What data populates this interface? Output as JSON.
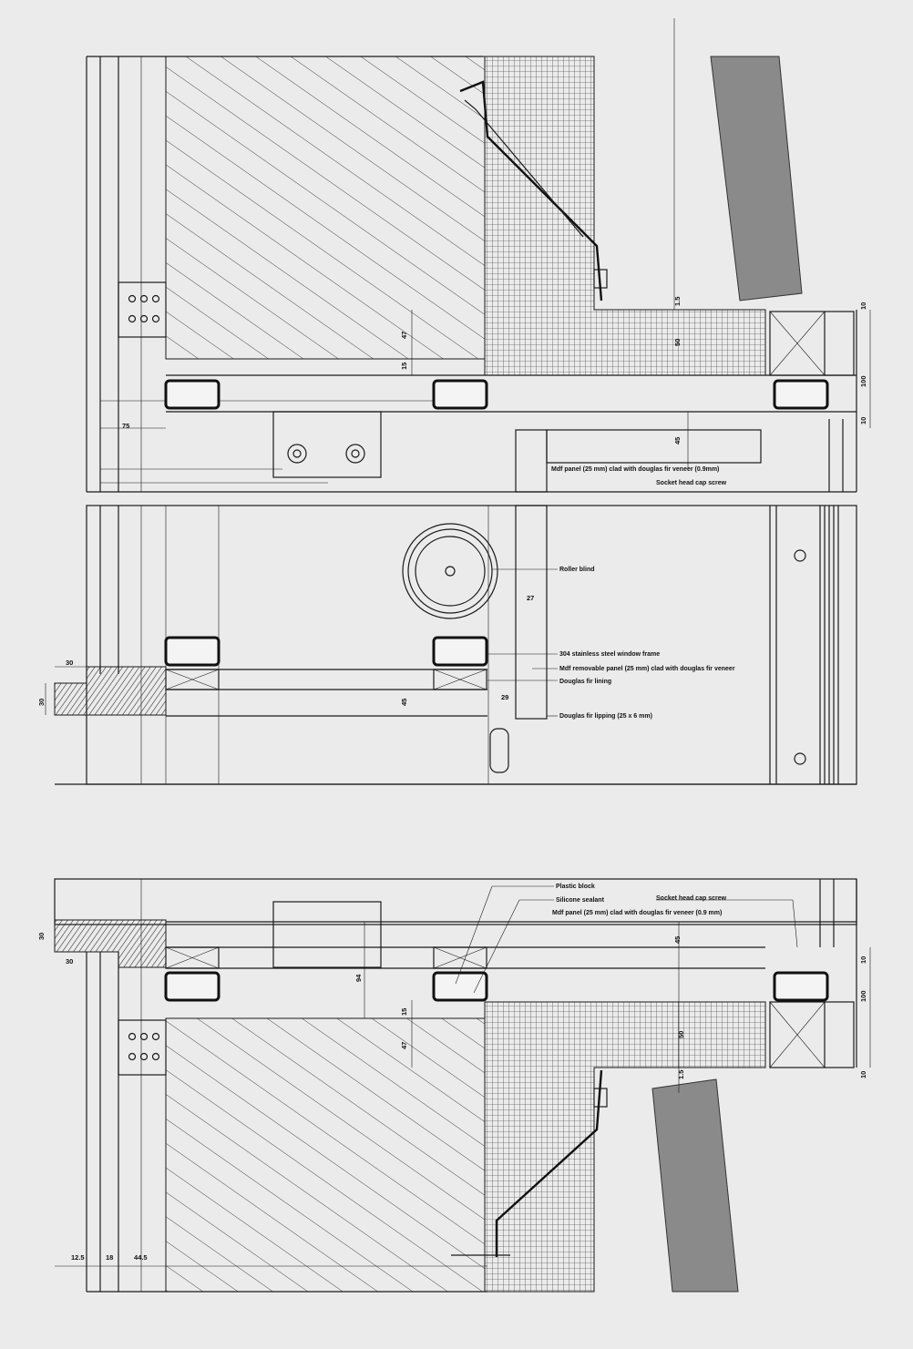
{
  "drawing": {
    "head_labels": {
      "mdf_panel": "Mdf panel (25 mm) clad with douglas fir veneer (0.9mm)",
      "socket_screw": "Socket head cap screw"
    },
    "jamb_labels": {
      "roller_blind": "Roller blind",
      "window_frame": "304 stainless steel window frame",
      "mdf_removable": "Mdf removable panel (25 mm) clad with douglas fir veneer",
      "fir_lining": "Douglas fir lining",
      "fir_lipping": "Douglas fir lipping (25 x 6 mm)"
    },
    "sill_labels": {
      "plastic_block": "Plastic block",
      "silicone": "Silicone sealant",
      "mdf_panel": "Mdf panel (25 mm) clad with douglas fir veneer (0.9 mm)",
      "socket_screw": "Socket head cap screw"
    },
    "dims": {
      "d47": "47",
      "d15": "15",
      "d75": "75",
      "d1_5": "1.5",
      "d50": "50",
      "d45": "45",
      "d10": "10",
      "d100": "100",
      "d27": "27",
      "d29": "29",
      "d30": "30",
      "d94": "94",
      "d12_5": "12.5",
      "d18": "18",
      "d44_5": "44.5"
    }
  }
}
